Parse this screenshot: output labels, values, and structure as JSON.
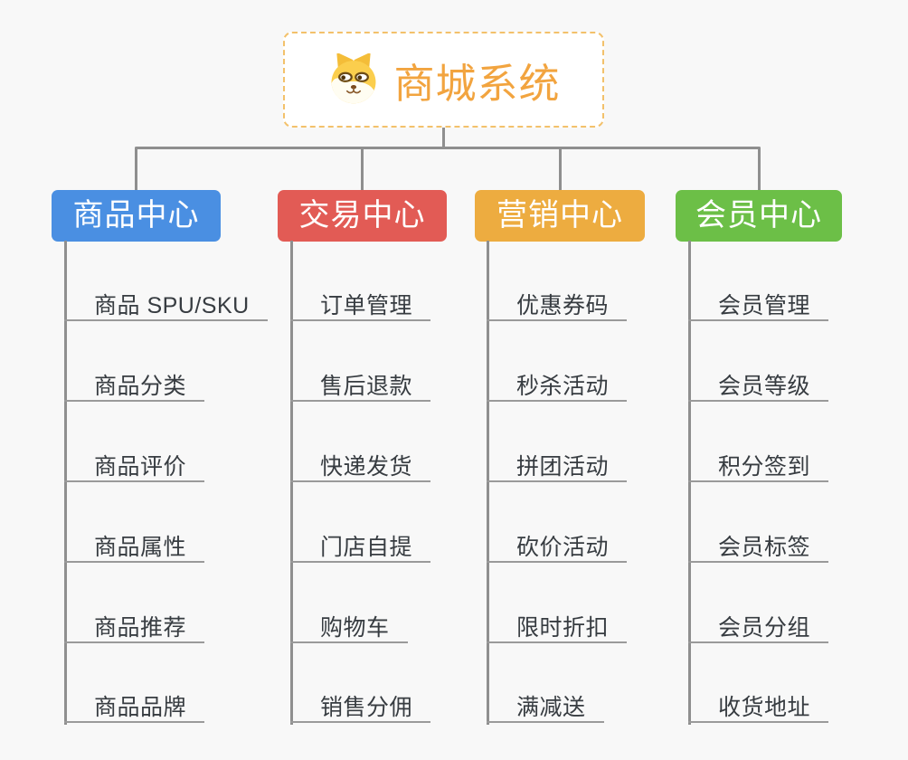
{
  "root": {
    "title": "商城系统",
    "icon": "shiba-dog-icon"
  },
  "branches": [
    {
      "label": "商品中心",
      "color": "#4a8fe2",
      "items": [
        "商品 SPU/SKU",
        "商品分类",
        "商品评价",
        "商品属性",
        "商品推荐",
        "商品品牌"
      ]
    },
    {
      "label": "交易中心",
      "color": "#e25b55",
      "items": [
        "订单管理",
        "售后退款",
        "快递发货",
        "门店自提",
        "购物车",
        "销售分佣"
      ]
    },
    {
      "label": "营销中心",
      "color": "#edac40",
      "items": [
        "优惠券码",
        "秒杀活动",
        "拼团活动",
        "砍价活动",
        "限时折扣",
        "满减送"
      ]
    },
    {
      "label": "会员中心",
      "color": "#6cbf47",
      "items": [
        "会员管理",
        "会员等级",
        "积分签到",
        "会员标签",
        "会员分组",
        "收货地址"
      ]
    }
  ],
  "colors": {
    "background": "#f8f8f8",
    "connector": "#8f8f8f",
    "underline": "#9a9a9a",
    "title_text": "#f2a43f",
    "leaf_text": "#373c41"
  }
}
